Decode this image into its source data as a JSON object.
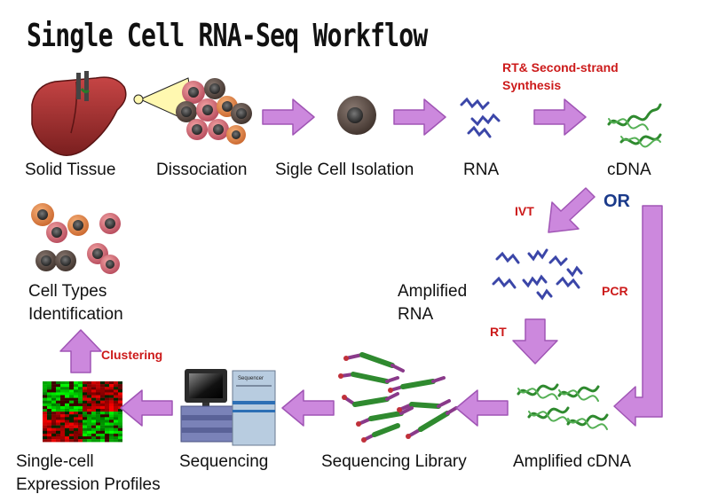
{
  "title": "Single Cell RNA-Seq Workflow",
  "steps": {
    "solid_tissue": "Solid Tissue",
    "dissociation": "Dissociation",
    "single_cell_isolation": "Sigle Cell Isolation",
    "rna": "RNA",
    "cdna": "cDNA",
    "amplified_rna_line1": "Amplified",
    "amplified_rna_line2": "RNA",
    "amplified_cdna": "Amplified cDNA",
    "sequencing_library": "Sequencing Library",
    "sequencing": "Sequencing",
    "expression_line1": "Single-cell",
    "expression_line2": "Expression Profiles",
    "cell_types_line1": "Cell Types",
    "cell_types_line2": "Identification"
  },
  "methods": {
    "rt_second_strand_line1": "RT& Second-strand",
    "rt_second_strand_line2": "Synthesis",
    "ivt": "IVT",
    "or": "OR",
    "pcr": "PCR",
    "rt": "RT",
    "clustering": "Clustering"
  },
  "instrument_label": "Sequencer",
  "colors": {
    "arrow_fill": "#cc88dd",
    "arrow_stroke": "#a055b5",
    "method_red": "#cc1a1a",
    "or_blue": "#1a3a8a",
    "dna_green": "#2f8a2f",
    "rna_blue": "#3b46a8"
  }
}
